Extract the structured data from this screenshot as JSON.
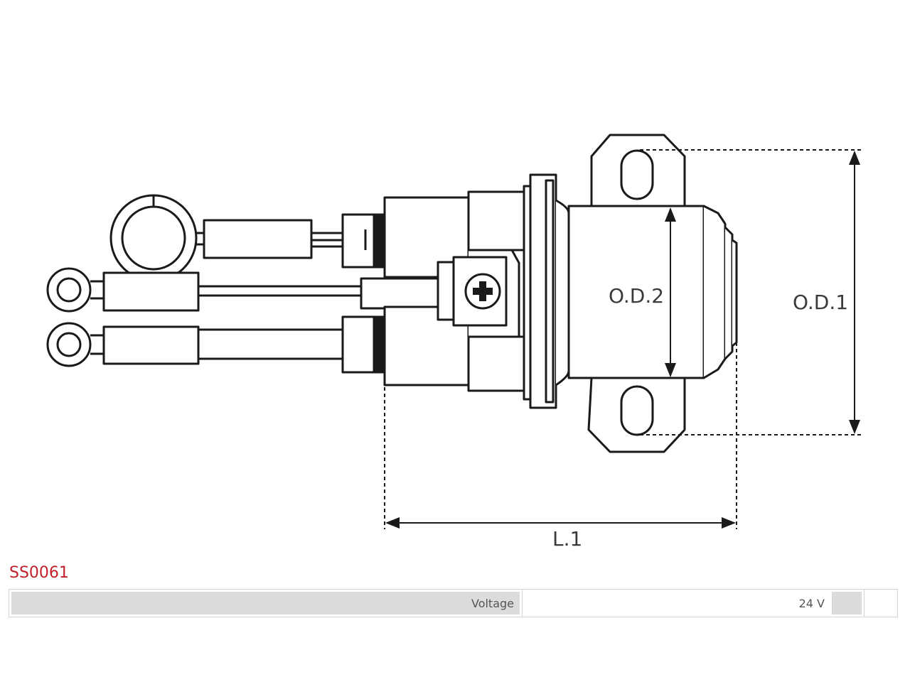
{
  "diagram": {
    "labels": {
      "od1": "O.D.1",
      "od2": "O.D.2",
      "l1": "L.1"
    }
  },
  "product": {
    "code": "SS0061",
    "code_color": "#c0202a"
  },
  "specs": [
    {
      "label": "Voltage",
      "value": "24 V"
    }
  ]
}
